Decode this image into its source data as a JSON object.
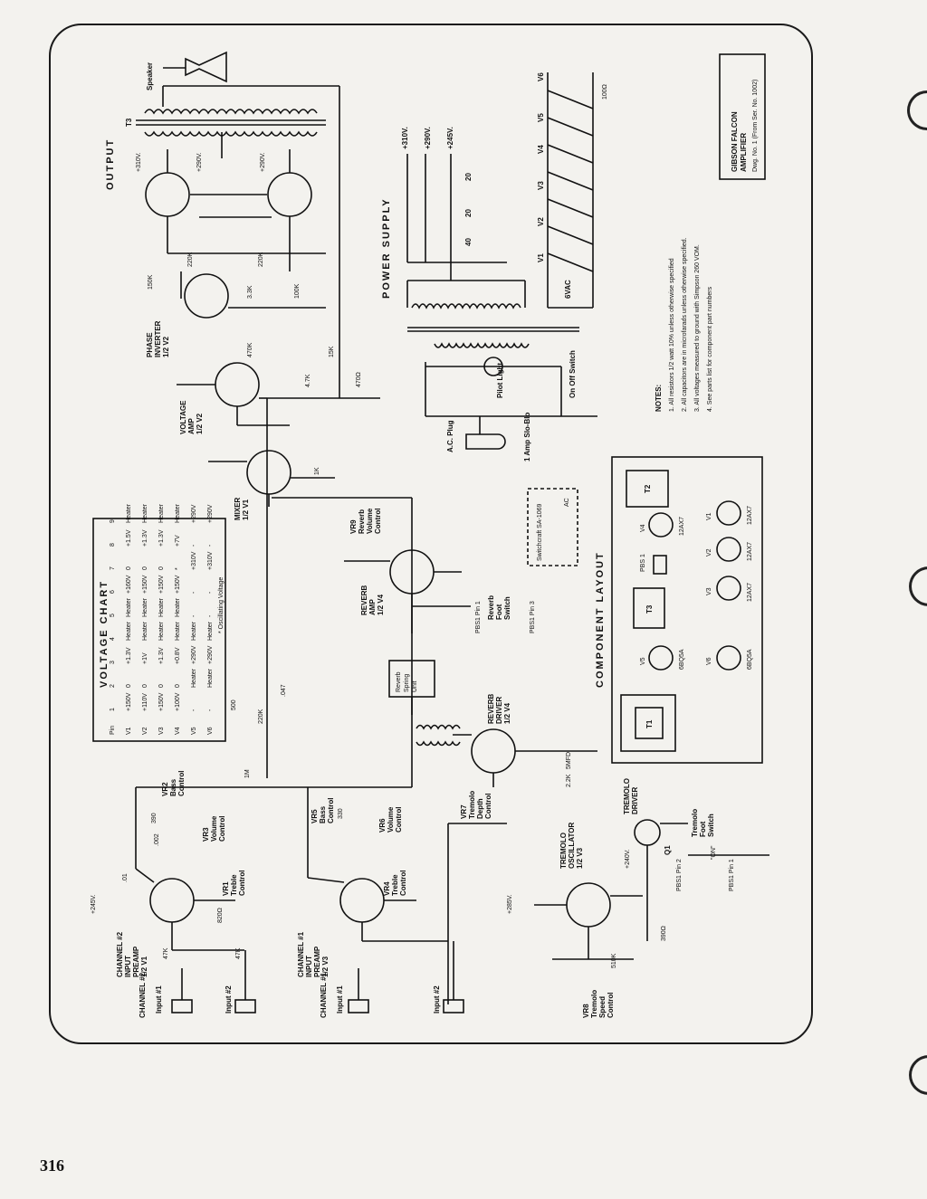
{
  "page_number": "316",
  "title_block": {
    "line1": "GIBSON FALCON",
    "line2": "AMPLIFIER",
    "line3": "Dwg. No. 1 (From Ser. No. 1002)"
  },
  "sections": {
    "output": "OUTPUT",
    "power_supply": "POWER SUPPLY",
    "voltage_chart": "VOLTAGE CHART",
    "component_layout": "COMPONENT LAYOUT",
    "notes_heading": "NOTES:"
  },
  "notes": [
    "1. All resistors 1/2 watt 10% unless otherwise specified",
    "2. All capacitors are in microfarads unless otherwise specified.",
    "3. All voltages measured to ground with Simpson 260 VOM.",
    "4. See parts list for component part numbers"
  ],
  "stages": {
    "phase_inverter": [
      "PHASE",
      "INVERTER",
      "1/2 V2"
    ],
    "voltage_amp": [
      "VOLTAGE",
      "AMP",
      "1/2 V2"
    ],
    "mixer": [
      "MIXER",
      "1/2 V1"
    ],
    "reverb_amp": [
      "REVERB",
      "AMP",
      "1/2 V4"
    ],
    "reverb_driver": [
      "REVERB",
      "DRIVER",
      "1/2 V4"
    ],
    "tremolo_oscillator": [
      "TREMOLO",
      "OSCILLATOR",
      "1/2 V3"
    ],
    "tremolo_driver": [
      "TREMOLO",
      "DRIVER"
    ],
    "ch2_preamp": [
      "CHANNEL #2",
      "INPUT",
      "PREAMP",
      "1/2 V1"
    ],
    "ch1_preamp": [
      "CHANNEL #1",
      "INPUT",
      "PREAMP",
      "1/2 V3"
    ],
    "reverb_spring": [
      "Reverb",
      "Spring",
      "Unit"
    ]
  },
  "controls": {
    "vr1": [
      "VR1",
      "Treble",
      "Control"
    ],
    "vr2": [
      "VR2",
      "Bass",
      "Control"
    ],
    "vr3": [
      "VR3",
      "Volume",
      "Control"
    ],
    "vr4": [
      "VR4",
      "Treble",
      "Control"
    ],
    "vr5": [
      "VR5",
      "Bass",
      "Control"
    ],
    "vr6": [
      "VR6",
      "Volume",
      "Control"
    ],
    "vr7": [
      "VR7",
      "Tremolo",
      "Depth",
      "Control"
    ],
    "vr8": [
      "VR8",
      "Tremolo",
      "Speed",
      "Control"
    ],
    "vr9": [
      "VR9",
      "Reverb",
      "Volume",
      "Control"
    ],
    "reverb_switch": [
      "Reverb",
      "Foot",
      "Switch"
    ],
    "tremolo_switch": [
      "Tremolo",
      "Foot",
      "Switch"
    ]
  },
  "inputs": {
    "ch2_in1": "Input #1",
    "ch2_in2": "Input #2",
    "ch1_in1": "Input #1",
    "ch1_in2": "Input #2",
    "ch2": "CHANNEL #2",
    "ch1": "CHANNEL #1"
  },
  "power": {
    "ac_plug": "A.C. Plug",
    "fuse": "1 Amp Slo-Blo",
    "pilot": "Pilot Light",
    "switch": "On Off Switch",
    "v310": "+310V.",
    "v290": "+290V.",
    "v245": "+245V.",
    "caps": [
      "20",
      "20",
      "40"
    ],
    "heater": "6VAC",
    "tubes": [
      "V1",
      "V2",
      "V3",
      "V4",
      "V5",
      "V6"
    ]
  },
  "output": {
    "speaker": "Speaker",
    "t3": "T3",
    "v1": "+310V.",
    "v2": "+290V.",
    "v3": "+290V."
  },
  "parts": {
    "r_150k": "150K",
    "r_220k_a": "220K",
    "r_220k_b": "220K",
    "r_3_3k": "3.3K",
    "r_100k": "100K",
    "r_470k": "470K",
    "r_15k": "15K",
    "r_4_7k": "4.7K",
    "r_470_ohm": "470Ω",
    "r_1k": "1K",
    "r_220k_c": "220K",
    "r_100_ohm": "100Ω",
    "c_047": ".047",
    "c_01": ".01",
    "c_002": ".002",
    "c_330": "330",
    "c_500": "500",
    "c_390": "390",
    "c_5mfd": "5MFD",
    "r_2_2k": "2.2K",
    "r_47k_a": "47K",
    "r_47k_b": "47K",
    "r_1m": "1M",
    "r_820": "820Ω",
    "r_390": "390Ω",
    "r_510k": "510K",
    "v245": "+245V.",
    "v285": "+285V.",
    "v240": "+240V.",
    "q1": "Q1"
  },
  "layout_tubes": {
    "v1": [
      "V1",
      "12AX7"
    ],
    "v2": [
      "V2",
      "12AX7"
    ],
    "v3": [
      "V3",
      "12AX7"
    ],
    "v4": [
      "V4",
      "12AX7"
    ],
    "v5": [
      "V5",
      "6BQ5A"
    ],
    "v6": [
      "V6",
      "6BQ5A"
    ],
    "t1": "T1",
    "t2": "T2",
    "t3": "T3",
    "pbs1": "PBS 1"
  },
  "voltage_chart": {
    "headers": [
      "Pin",
      "V1",
      "V2",
      "V3",
      "V4",
      "V5",
      "V6"
    ],
    "rows": [
      [
        "1",
        "+150V",
        "+110V",
        "+150V",
        "+100V",
        "-",
        "-"
      ],
      [
        "2",
        "0",
        "0",
        "0",
        "0",
        "Heater",
        "Heater"
      ],
      [
        "3",
        "+1.3V",
        "+1V",
        "+1.3V",
        "+0.8V",
        "+290V",
        "+290V"
      ],
      [
        "4",
        "Heater",
        "Heater",
        "Heater",
        "Heater",
        "Heater",
        "Heater"
      ],
      [
        "5",
        "Heater",
        "Heater",
        "Heater",
        "Heater",
        "-",
        "-"
      ],
      [
        "6",
        "+160V",
        "+150V",
        "+150V",
        "+150V",
        "-",
        "-"
      ],
      [
        "7",
        "0",
        "0",
        "0",
        "*",
        "+310V",
        "+310V"
      ],
      [
        "8",
        "+1.5V",
        "+1.3V",
        "+1.3V",
        "+7V",
        "-",
        "-"
      ],
      [
        "9",
        "Heater",
        "Heater",
        "Heater",
        "Heater",
        "+290V",
        "+290V"
      ]
    ],
    "footnote": "* Oscillating Voltage"
  },
  "switch_box": {
    "label": "Switchcraft SA-1069",
    "ac": "AC"
  },
  "pbs_labels": {
    "pin1": "PBS1 Pin 1",
    "pin2": "PBS1 Pin 2",
    "pin3": "PBS1 Pin 3",
    "on": "\"ON\""
  }
}
